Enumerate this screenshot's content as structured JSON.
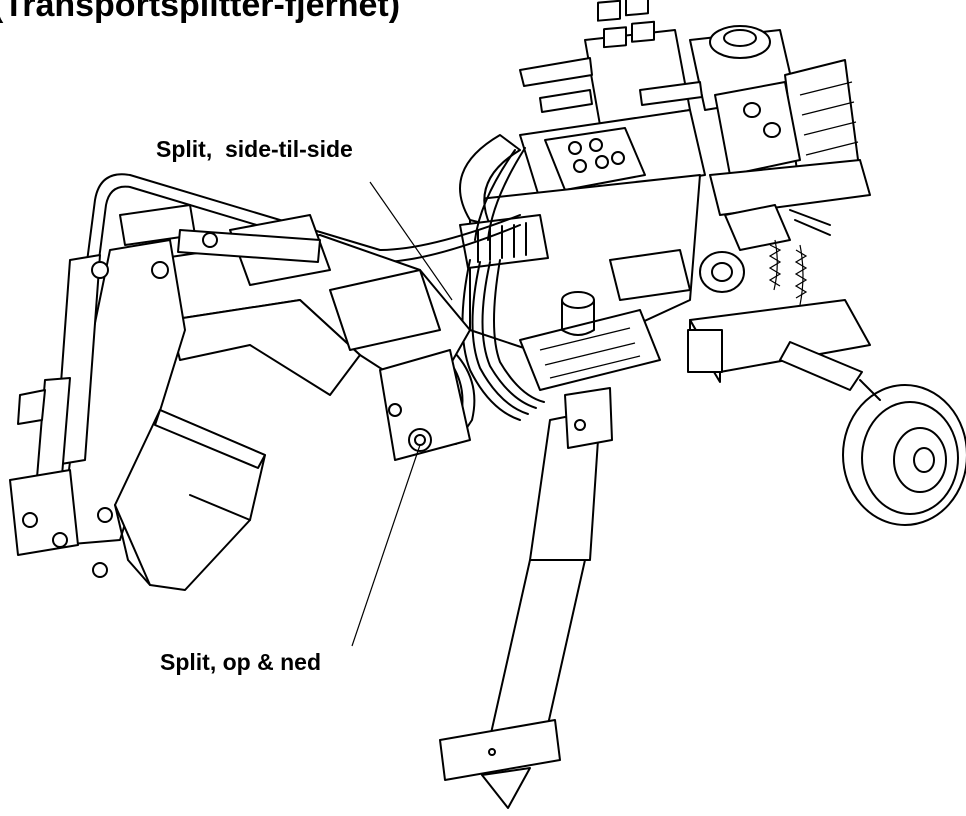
{
  "title": "(Transportsplitter-fjernet)",
  "callouts": {
    "split_side": "Split,  side-til-side",
    "split_updown": "Split, op & ned"
  }
}
